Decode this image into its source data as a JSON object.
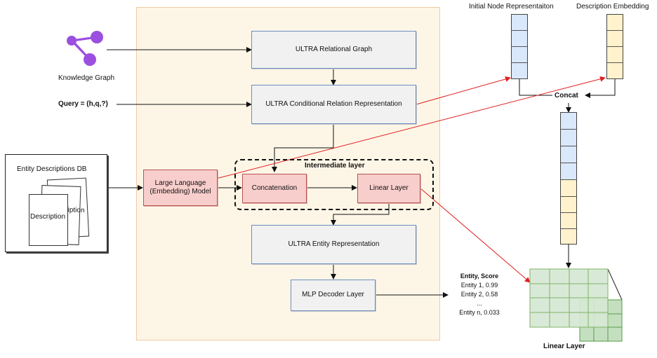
{
  "knowledge_graph": {
    "label": "Knowledge Graph"
  },
  "query": {
    "label": "Query = (h,q,?)"
  },
  "entity_db": {
    "title": "Entity Descriptions DB",
    "doc_label_front": "Description",
    "doc_label_back": "scription"
  },
  "ultra": {
    "relational_graph": "ULTRA Relational Graph",
    "conditional_relation": "ULTRA Conditional Relation Representation",
    "entity_representation": "ULTRA Entity Representation"
  },
  "llm": {
    "label": "Large Language (Embedding) Model"
  },
  "intermediate": {
    "title": "Intermediate layer",
    "concatenation": "Concatenation",
    "linear_layer": "Linear Layer"
  },
  "mlp": {
    "label": "MLP Decoder Layer"
  },
  "scores": {
    "header": "Entity, Score",
    "rows": [
      "Entity 1, 0.99",
      "Entity 2, 0.58",
      "...",
      "Entity n, 0.033"
    ]
  },
  "vectors": {
    "initial_node": "Initial Node Representaiton",
    "description_embedding": "Description Embedding",
    "concat": "Concat"
  },
  "linear_layer_output": {
    "label": "Linear Layer"
  },
  "colors": {
    "blue_border": "#6c8ebf",
    "red_border": "#b85450",
    "red_fill": "#f8cecc",
    "vector_blue": "#dae8fc",
    "vector_yellow": "#fff2cc",
    "grid_green": "#d5e8d4",
    "panel_fill": "#fdf6e7",
    "red_arrow": "#e02020"
  }
}
